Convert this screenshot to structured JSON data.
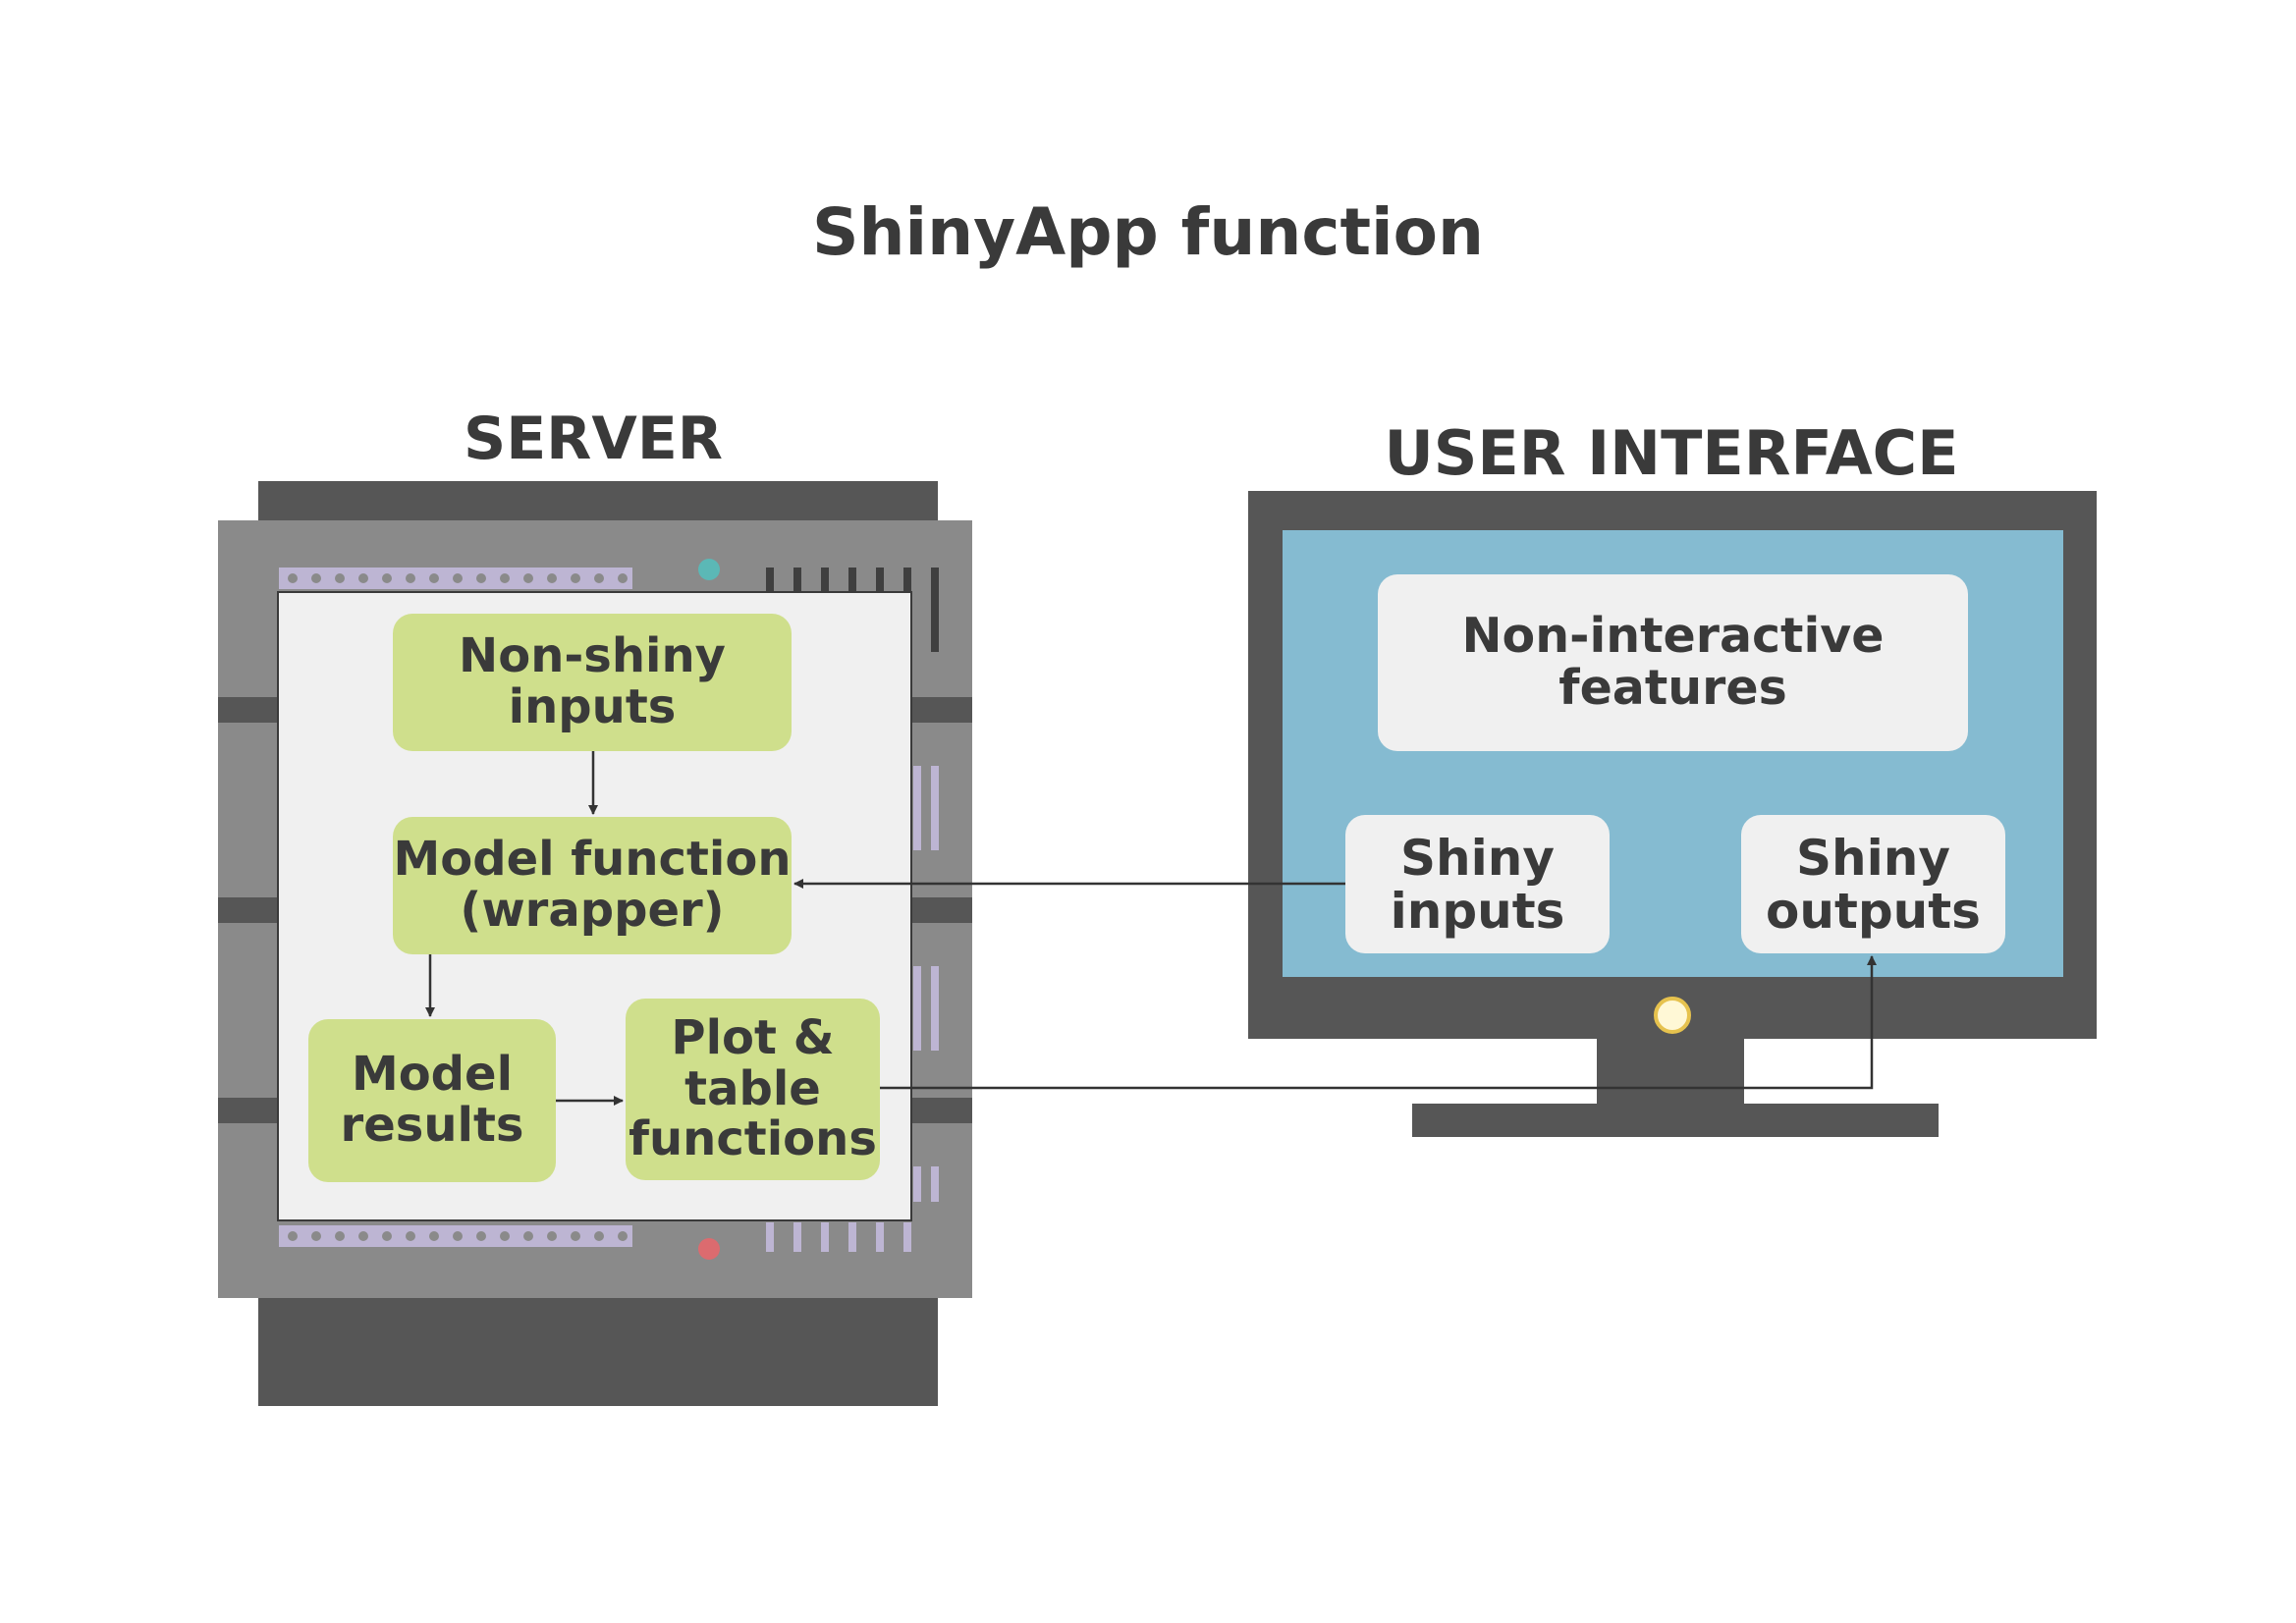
{
  "title": "ShinyApp function",
  "server": {
    "title": "SERVER",
    "boxes": {
      "non_shiny_inputs": "Non-shiny\ninputs",
      "model_function": "Model function\n(wrapper)",
      "model_results": "Model\nresults",
      "plot_table": "Plot &\ntable\nfunctions"
    }
  },
  "user_interface": {
    "title": "USER INTERFACE",
    "boxes": {
      "non_interactive": "Non-interactive\nfeatures",
      "shiny_inputs": "Shiny\ninputs",
      "shiny_outputs": "Shiny\noutputs"
    }
  },
  "colors": {
    "server_dark": "#565656",
    "server_mid": "#8a8a8a",
    "panel": "#f0f0f0",
    "box_green": "#cfdf8c",
    "screen_blue": "#85bbd1",
    "monitor_dark": "#565656",
    "vent_lavender": "#bdb5d3",
    "led_teal": "#5bb8b6",
    "led_red": "#dc6b6f",
    "power_button": "#fff8d6",
    "power_ring": "#e6c24e",
    "arrow": "#333333"
  }
}
